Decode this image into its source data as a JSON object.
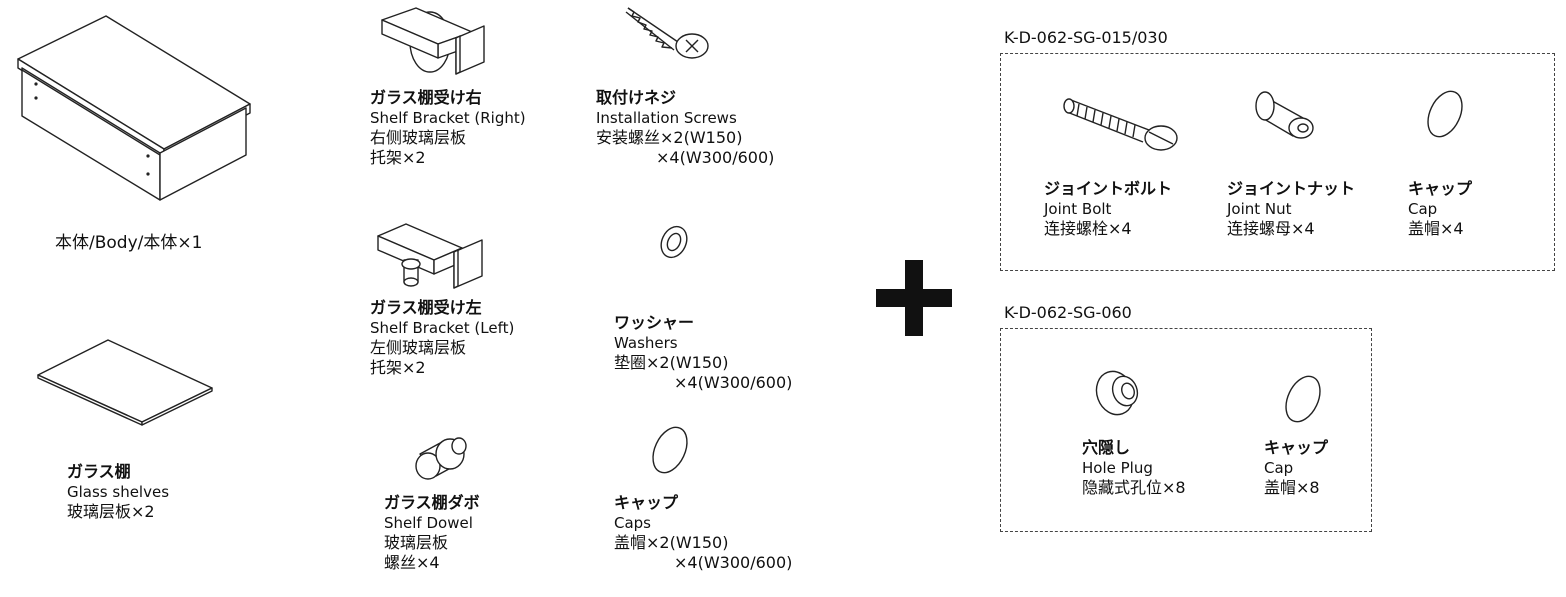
{
  "parts": {
    "body": {
      "label": "本体/Body/本体×1",
      "icon": "cabinet-body-icon"
    },
    "glass_shelf": {
      "jp": "ガラス棚",
      "en": "Glass shelves",
      "cn": "玻璃层板×2",
      "icon": "glass-shelf-icon"
    },
    "bracket_right": {
      "jp": "ガラス棚受け右",
      "en": "Shelf Bracket (Right)",
      "cn1": "右侧玻璃层板",
      "cn2": "托架×2",
      "icon": "shelf-bracket-right-icon"
    },
    "bracket_left": {
      "jp": "ガラス棚受け左",
      "en": "Shelf Bracket (Left)",
      "cn1": "左侧玻璃层板",
      "cn2": "托架×2",
      "icon": "shelf-bracket-left-icon"
    },
    "dowel": {
      "jp": "ガラス棚ダボ",
      "en": "Shelf Dowel",
      "cn1": "玻璃层板",
      "cn2": "螺丝×4",
      "icon": "shelf-dowel-icon"
    },
    "screws": {
      "jp": "取付けネジ",
      "en": "Installation Screws",
      "cn1": "安装螺丝×2(W150)",
      "cn2": "×4(W300/600)",
      "icon": "screw-icon"
    },
    "washers": {
      "jp": "ワッシャー",
      "en": "Washers",
      "cn1": "垫圈×2(W150)",
      "cn2": "×4(W300/600)",
      "icon": "washer-icon"
    },
    "caps": {
      "jp": "キャップ",
      "en": "Caps",
      "cn1": "盖帽×2(W150)",
      "cn2": "×4(W300/600)",
      "icon": "cap-icon"
    }
  },
  "plus_icon": "plus-icon",
  "kit1": {
    "title": "K-D-062-SG-015/030",
    "items": [
      {
        "jp": "ジョイントボルト",
        "en": "Joint Bolt",
        "cn": "连接螺栓×4",
        "icon": "joint-bolt-icon"
      },
      {
        "jp": "ジョイントナット",
        "en": "Joint Nut",
        "cn": "连接螺母×4",
        "icon": "joint-nut-icon"
      },
      {
        "jp": "キャップ",
        "en": "Cap",
        "cn": "盖帽×4",
        "icon": "cap-icon"
      }
    ]
  },
  "kit2": {
    "title": "K-D-062-SG-060",
    "items": [
      {
        "jp": "穴隠し",
        "en": "Hole Plug",
        "cn": "隐藏式孔位×8",
        "icon": "hole-plug-icon"
      },
      {
        "jp": "キャップ",
        "en": "Cap",
        "cn": "盖帽×8",
        "icon": "cap-icon"
      }
    ]
  }
}
